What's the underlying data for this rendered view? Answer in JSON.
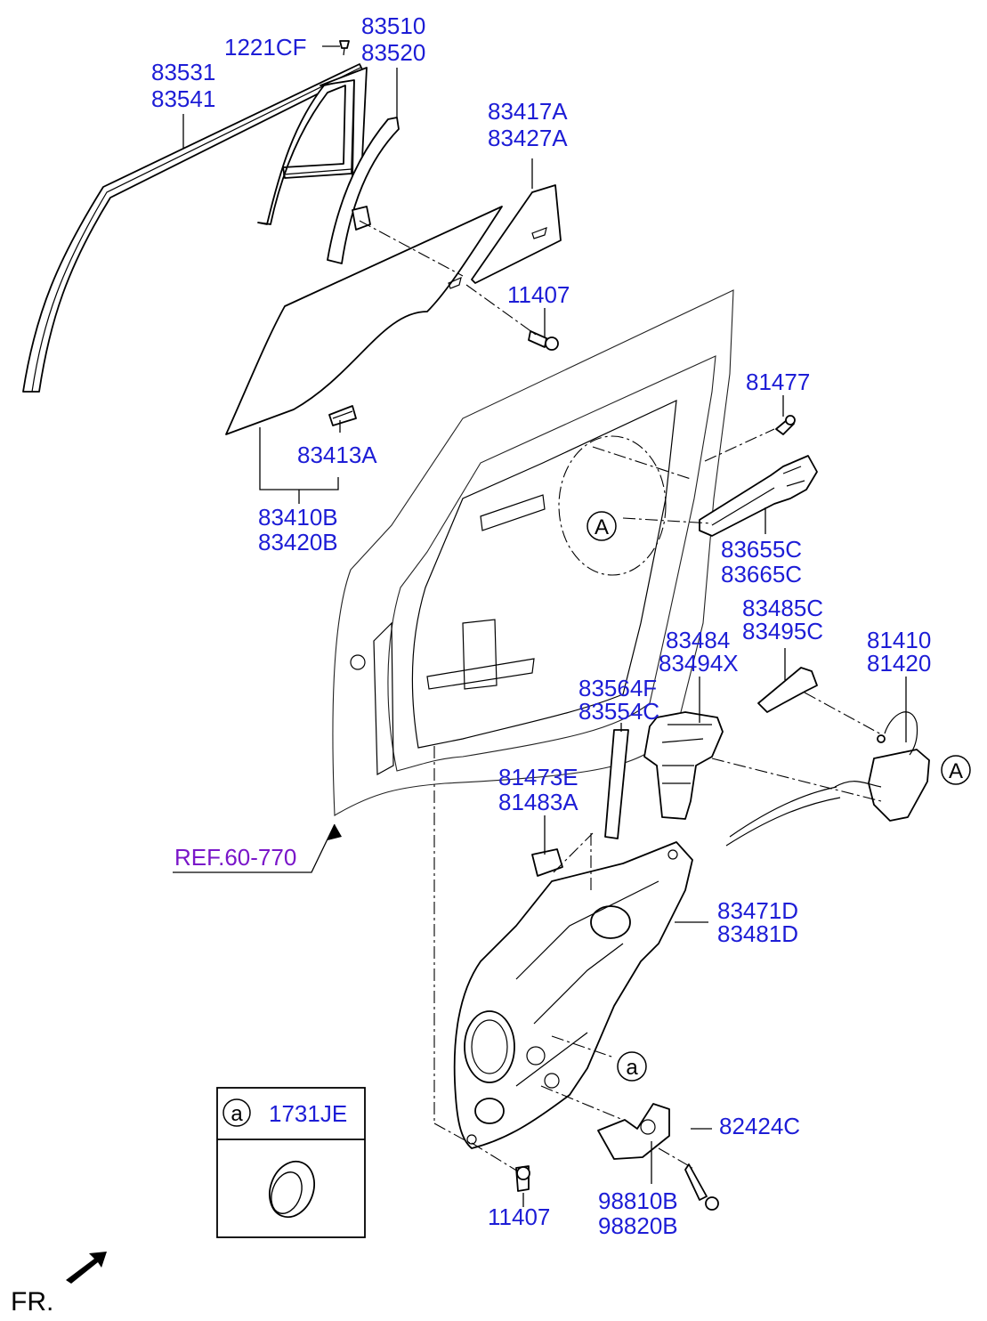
{
  "parts": {
    "p1221cf": "1221CF",
    "p83510": "83510",
    "p83520": "83520",
    "p83531": "83531",
    "p83541": "83541",
    "p83417a": "83417A",
    "p83427a": "83427A",
    "p11407_top": "11407",
    "p81477": "81477",
    "p83413a": "83413A",
    "p83410b": "83410B",
    "p83420b": "83420B",
    "p83655c": "83655C",
    "p83665c": "83665C",
    "p83485c": "83485C",
    "p83495c": "83495C",
    "p83484": "83484",
    "p83494x": "83494X",
    "p81410": "81410",
    "p81420": "81420",
    "p83564f": "83564F",
    "p83554c": "83554C",
    "p81473e": "81473E",
    "p81483a": "81483A",
    "p83471d": "83471D",
    "p83481d": "83481D",
    "p82424c": "82424C",
    "p11407_bottom": "11407",
    "p98810b": "98810B",
    "p98820b": "98820B"
  },
  "callouts": {
    "a_upper": "A",
    "a_right": "A",
    "a_lower": "a"
  },
  "reference": "REF.60-770",
  "legend": {
    "key": "a",
    "part": "1731JE"
  },
  "direction": "FR.",
  "colors": {
    "part_number": "#1d1dd6",
    "reference": "#7a16c9"
  }
}
